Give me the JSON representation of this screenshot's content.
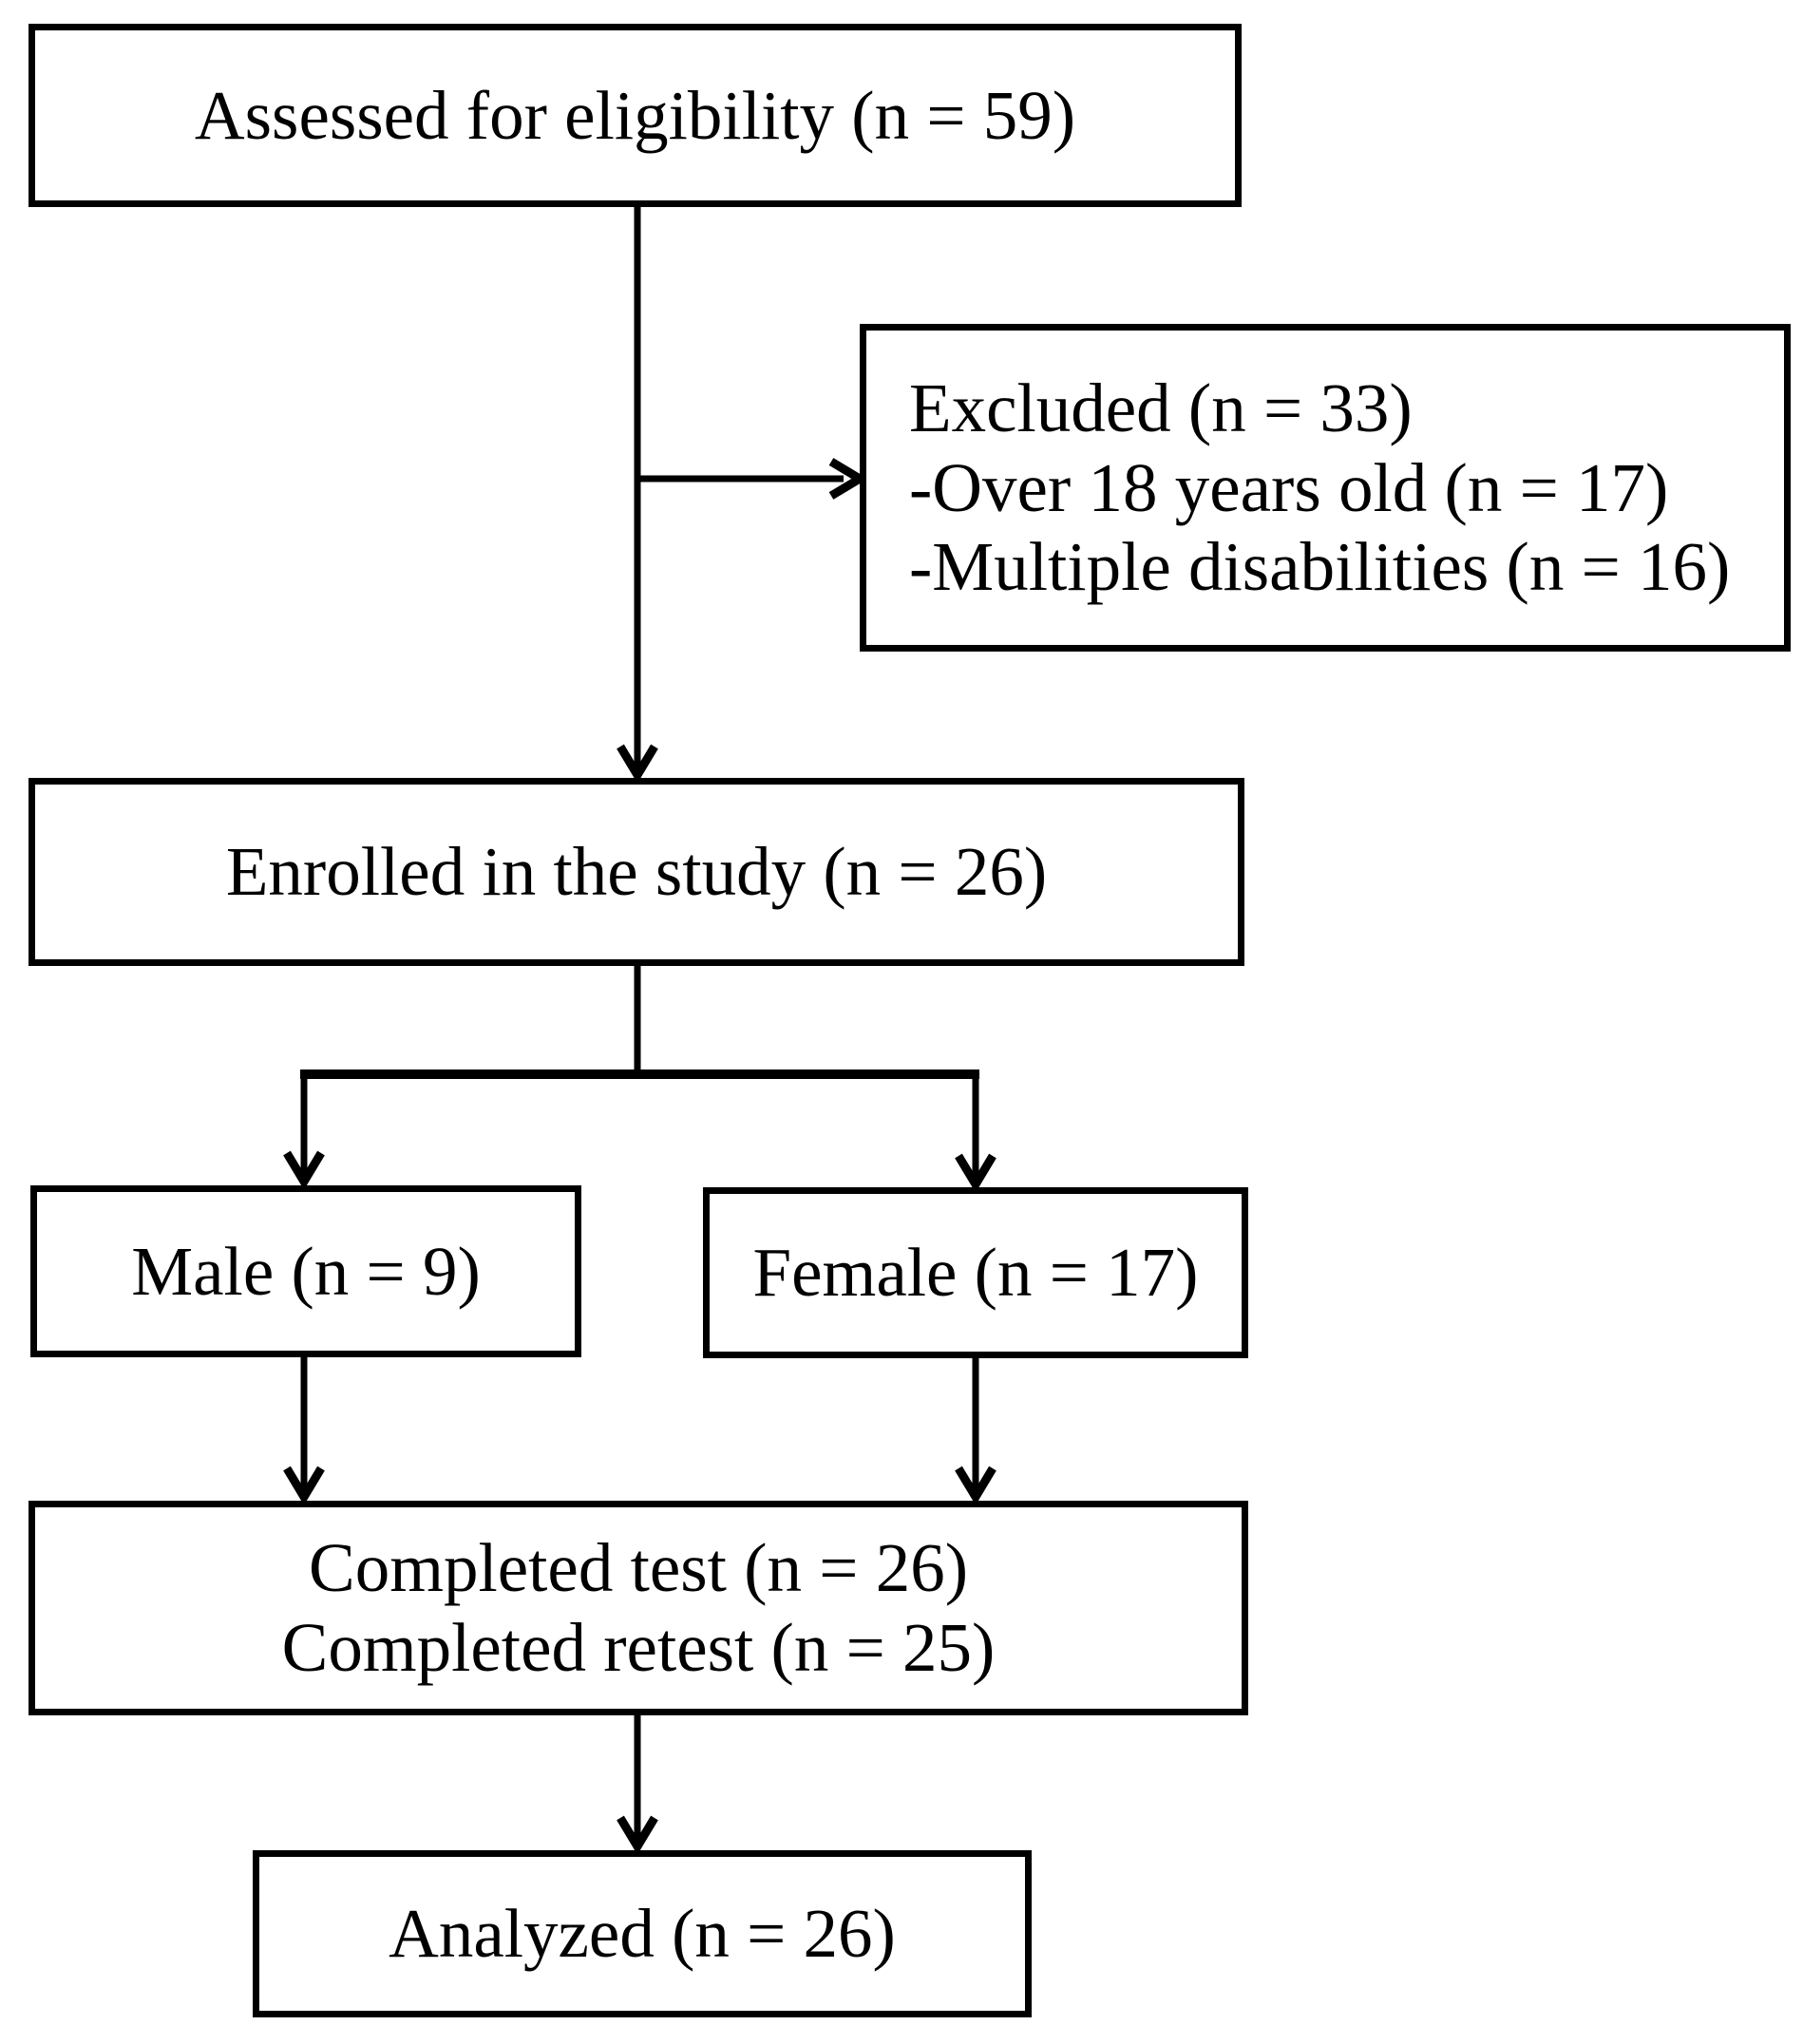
{
  "diagram": {
    "kind": "participant-flow-diagram",
    "colors": {
      "background": "#ffffff",
      "line": "#000000",
      "text": "#000000"
    },
    "nodes": {
      "assessed": {
        "label": "Assessed for eligibility (n = 59)"
      },
      "excluded": {
        "lines": [
          "Excluded (n = 33)",
          "-Over 18 years old (n = 17)",
          "-Multiple disabilities (n = 16)"
        ]
      },
      "enrolled": {
        "label": "Enrolled in the study (n = 26)"
      },
      "male": {
        "label": "Male (n = 9)"
      },
      "female": {
        "label": "Female (n = 17)"
      },
      "completed": {
        "lines": [
          "Completed test (n = 26)",
          "Completed retest (n = 25)"
        ]
      },
      "analyzed": {
        "label": "Analyzed (n = 26)"
      }
    },
    "edges": [
      {
        "from": "assessed",
        "to": "enrolled"
      },
      {
        "from": "assessed",
        "to": "excluded"
      },
      {
        "from": "enrolled",
        "to": "male"
      },
      {
        "from": "enrolled",
        "to": "female"
      },
      {
        "from": "male",
        "to": "completed"
      },
      {
        "from": "female",
        "to": "completed"
      },
      {
        "from": "completed",
        "to": "analyzed"
      }
    ]
  }
}
